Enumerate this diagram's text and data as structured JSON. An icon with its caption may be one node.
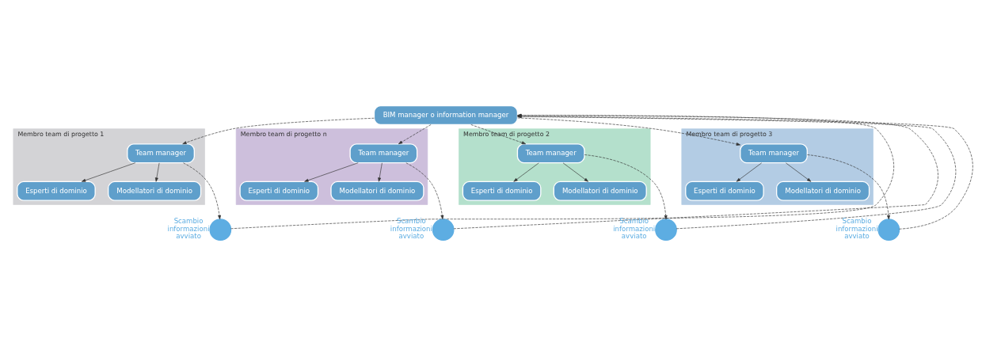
{
  "diagram": {
    "nodes": [
      {
        "text": [
          "BIM manager o information manager"
        ]
      },
      {
        "text": [],
        "shape": "circle",
        "beside": [
          "Scambio informazioni avviato"
        ]
      },
      {
        "text": [
          "Membro team di progetto 1"
        ]
      },
      {
        "text": [
          "Team manager"
        ],
        "in": 2
      },
      {
        "text": [
          "Esperti di dominio"
        ],
        "in": 2
      },
      {
        "text": [
          "Modellatori di dominio"
        ],
        "in": 2
      },
      {
        "text": [
          "Membro team di progetto n"
        ]
      },
      {
        "text": [
          "Team manager"
        ],
        "in": 6
      },
      {
        "text": [
          "Esperti di dominio"
        ],
        "in": 6
      },
      {
        "text": [
          "Modellatori di dominio"
        ],
        "in": 6
      },
      {
        "text": [],
        "shape": "circle",
        "beside": [
          "Scambio informazioni avviato"
        ]
      },
      {
        "text": [],
        "shape": "circle",
        "beside": [
          "Scambio informazioni avviato"
        ]
      },
      {
        "text": [
          "Membro team di progetto 2"
        ]
      },
      {
        "text": [
          "Team manager"
        ],
        "in": 12
      },
      {
        "text": [
          "Esperti di dominio"
        ],
        "in": 12
      },
      {
        "text": [
          "Modellatori di dominio"
        ],
        "in": 12
      },
      {
        "text": [
          "Membro team di progetto 3"
        ]
      },
      {
        "text": [
          "Team manager"
        ],
        "in": 16
      },
      {
        "text": [
          "Esperti di dominio"
        ],
        "in": 16
      },
      {
        "text": [
          "Modellatori di dominio"
        ],
        "in": 16
      },
      {
        "text": [],
        "shape": "circle",
        "beside": [
          "Scambio informazioni avviato"
        ]
      }
    ],
    "edges": [
      {
        "from": 0,
        "to": 3,
        "arrow": "to",
        "style": "dashed"
      },
      {
        "from": 0,
        "to": 7,
        "arrow": "to",
        "style": "dashed"
      },
      {
        "from": 0,
        "to": 13,
        "arrow": "to",
        "style": "dashed"
      },
      {
        "from": 0,
        "to": 17,
        "arrow": "to",
        "style": "dashed"
      },
      {
        "from": 3,
        "to": 1,
        "arrow": "to",
        "style": "dashed"
      },
      {
        "from": 7,
        "to": 10,
        "arrow": "to",
        "style": "dashed"
      },
      {
        "from": 13,
        "to": 11,
        "arrow": "to",
        "style": "dashed"
      },
      {
        "from": 17,
        "to": 20,
        "arrow": "to",
        "style": "dashed"
      },
      {
        "from": 1,
        "to": 0,
        "arrow": "to",
        "style": "dashed"
      },
      {
        "from": 10,
        "to": 0,
        "arrow": "to",
        "style": "dashed"
      },
      {
        "from": 11,
        "to": 0,
        "arrow": "to",
        "style": "dashed"
      },
      {
        "from": 20,
        "to": 0,
        "arrow": "to",
        "style": "dashed"
      },
      {
        "from": 3,
        "to": 4,
        "arrow": "to"
      },
      {
        "from": 3,
        "to": 5,
        "arrow": "to"
      },
      {
        "from": 7,
        "to": 8,
        "arrow": "to"
      },
      {
        "from": 7,
        "to": 9,
        "arrow": "to"
      },
      {
        "from": 13,
        "to": 14,
        "arrow": "to"
      },
      {
        "from": 13,
        "to": 15,
        "arrow": "to"
      },
      {
        "from": 17,
        "to": 18,
        "arrow": "to"
      },
      {
        "from": 17,
        "to": 19,
        "arrow": "to"
      }
    ]
  }
}
